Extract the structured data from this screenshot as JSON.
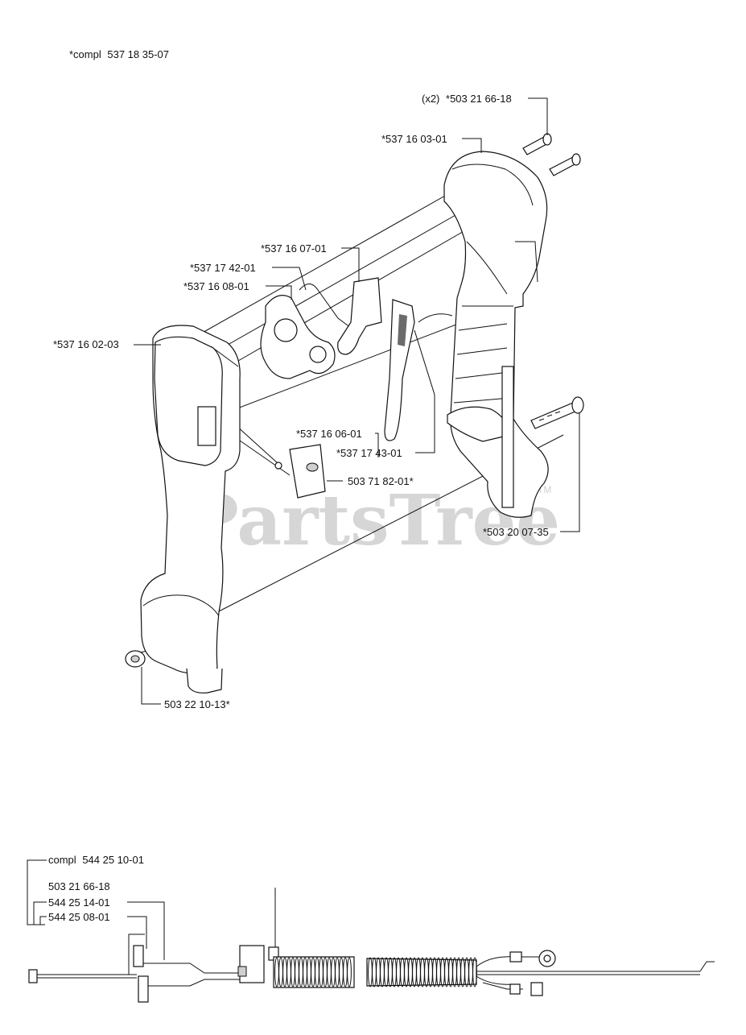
{
  "header": {
    "compl_prefix": "*compl",
    "compl_number": "537 18 35-07"
  },
  "callouts": {
    "screw_qty": "(x2)",
    "screw_top": "*503 21 66-18",
    "handle_right": "*537 16 03-01",
    "part_160701": "*537 16 07-01",
    "part_174201": "*537 17 42-01",
    "part_160801": "*537 16 08-01",
    "handle_left": "*537 16 02-03",
    "switch_holder": "*537 16 06-01",
    "throttle": "*537 17 43-01",
    "switch": "503 71 82-01*",
    "screw_long": "*503 20 07-35",
    "nut": "503 22 10-13*"
  },
  "cable_kit": {
    "compl_prefix": "compl",
    "compl_number": "544 25 10-01",
    "items": [
      "503 21 66-18",
      "544 25 14-01",
      "544 25 08-01"
    ]
  },
  "watermark": {
    "text": "PartsTree",
    "tm": "TM"
  }
}
